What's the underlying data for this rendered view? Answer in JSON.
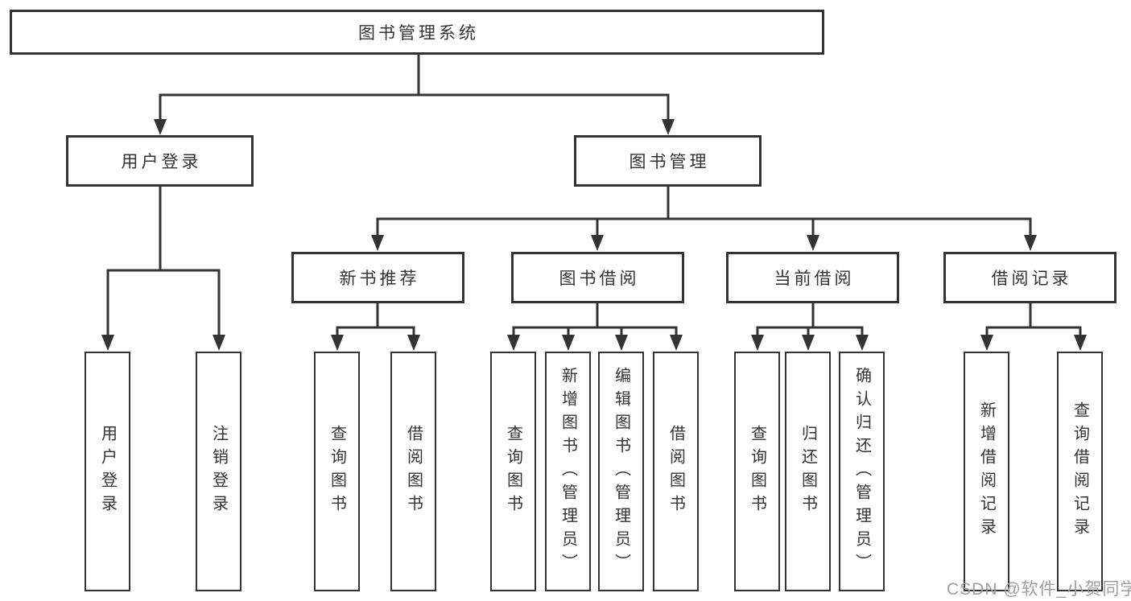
{
  "colors": {
    "line": "#333333",
    "text": "#333333",
    "background": "#ffffff",
    "watermark": "#9f9f9f"
  },
  "tree": {
    "root": "图书管理系统",
    "branches": [
      {
        "label": "用户登录",
        "children": [
          "用户登录",
          "注销登录"
        ]
      },
      {
        "label": "图书管理",
        "groups": [
          {
            "label": "新书推荐",
            "children": [
              "查询图书",
              "借阅图书"
            ]
          },
          {
            "label": "图书借阅",
            "children": [
              "查询图书",
              "新增图书（管理员）",
              "编辑图书（管理员）",
              "借阅图书"
            ]
          },
          {
            "label": "当前借阅",
            "children": [
              "查询图书",
              "归还图书",
              "确认归还（管理员）"
            ]
          },
          {
            "label": "借阅记录",
            "children": [
              "新增借阅记录",
              "查询借阅记录"
            ]
          }
        ]
      }
    ]
  },
  "watermark": {
    "text": "CSDN @软件_小贺同学"
  }
}
